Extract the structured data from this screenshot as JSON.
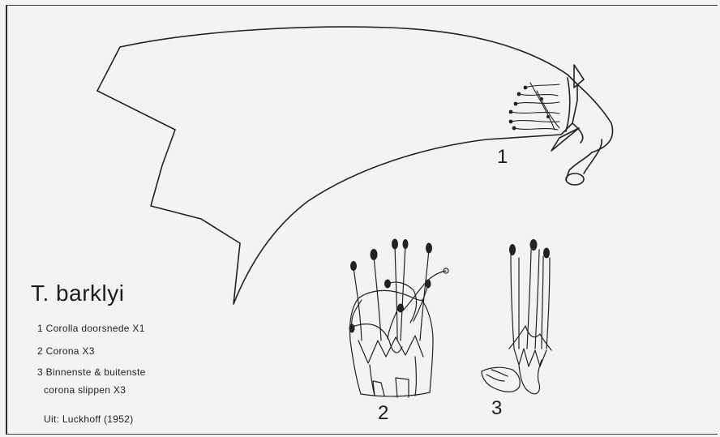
{
  "species_title": "T. barklyi",
  "legend": {
    "item1": "1 Corolla doorsnede  X1",
    "item2": "2 Corona   X3",
    "item3_line1": "3  Binnenste & buitenste",
    "item3_line2": "corona slippen X3",
    "source": "Uit: Luckhoff (1952)"
  },
  "figure_numbers": {
    "fig1": "1",
    "fig2": "2",
    "fig3": "3"
  }
}
